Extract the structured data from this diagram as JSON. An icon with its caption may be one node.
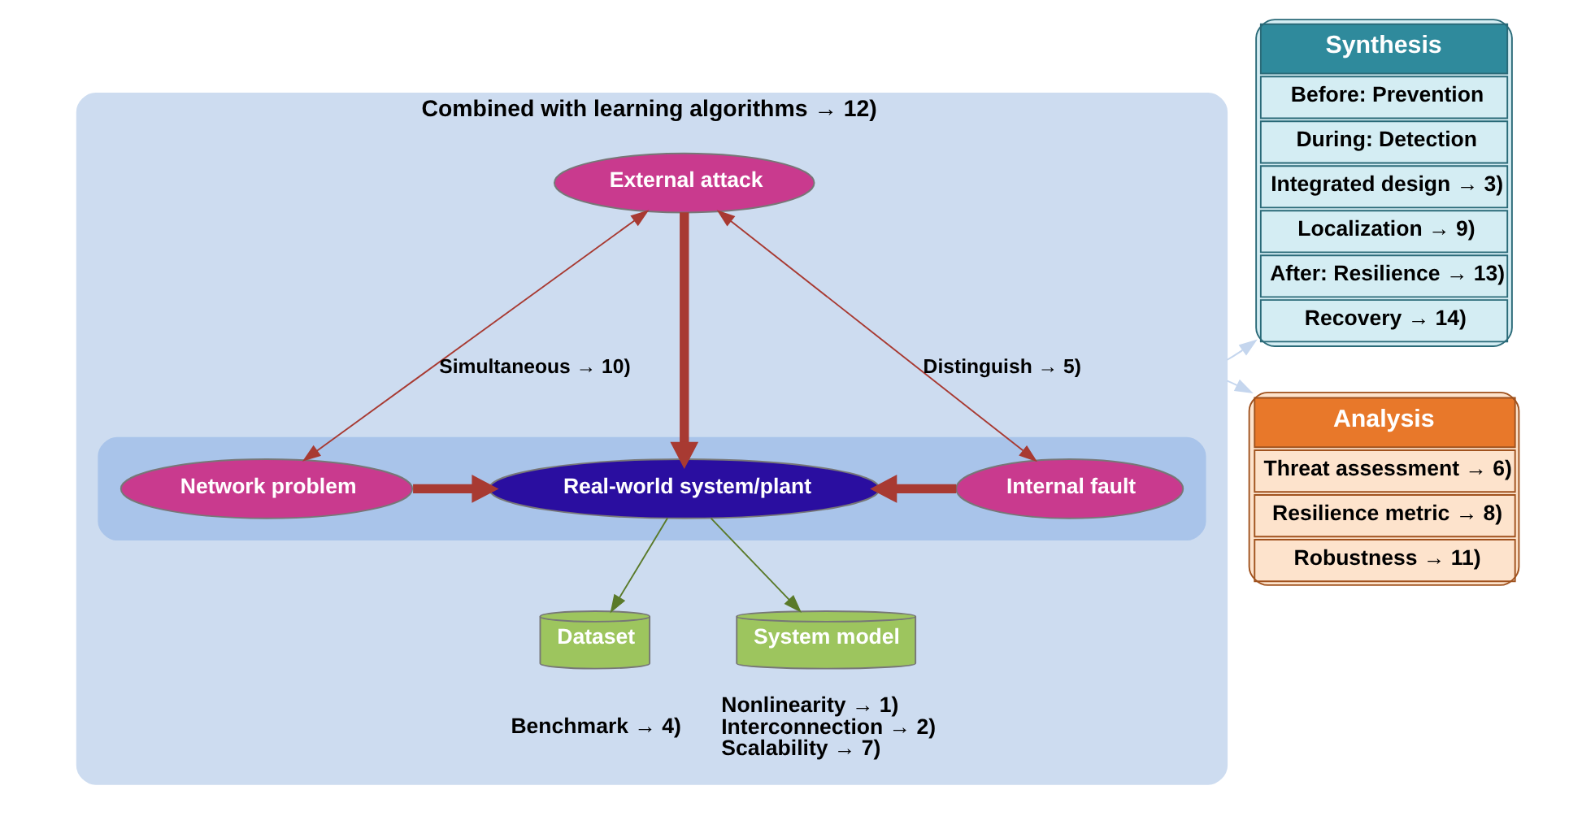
{
  "diagram": {
    "nodes": [
      {
        "text": [
          "Combined with learning algorithms → 12)"
        ]
      },
      {
        "text": [],
        "shape": "box",
        "in": 0
      },
      {
        "text": [
          "External attack"
        ],
        "in": 0
      },
      {
        "text": [
          "Network problem"
        ],
        "in": 1
      },
      {
        "text": [
          "Real-world system/plant"
        ],
        "in": 1
      },
      {
        "text": [
          "Internal fault"
        ],
        "in": 1
      },
      {
        "text": [
          "Dataset"
        ],
        "in": 0,
        "beside": [
          "Benchmark → 4)"
        ]
      },
      {
        "text": [
          "System model"
        ],
        "in": 0,
        "beside": [
          "Nonlinearity → 1)",
          "Interconnection → 2)",
          "Scalability → 7)"
        ]
      },
      {
        "text": [
          "Synthesis",
          "Before: Prevention",
          "During: Detection",
          "Integrated design → 3)",
          "Localization → 9)",
          "After: Resilience → 13)",
          "Recovery → 14)"
        ]
      },
      {
        "text": [
          "Analysis",
          "Threat assessment → 6)",
          "Resilience metric → 8)",
          "Robustness → 11)"
        ]
      }
    ],
    "edges": [
      {
        "from": 3,
        "to": 2,
        "arrow": "both",
        "label": "Simultaneous → 10)"
      },
      {
        "from": 2,
        "to": 5,
        "arrow": "both",
        "label": "Distinguish → 5)"
      },
      {
        "from": 2,
        "to": 4,
        "arrow": "to",
        "style": "thick"
      },
      {
        "from": 3,
        "to": 4,
        "arrow": "to",
        "style": "thick"
      },
      {
        "from": 5,
        "to": 4,
        "arrow": "to",
        "style": "thick"
      },
      {
        "from": 4,
        "to": 6,
        "arrow": "to",
        "color": "#5a7a2a"
      },
      {
        "from": 4,
        "to": 7,
        "arrow": "to",
        "color": "#5a7a2a"
      },
      {
        "from": 0,
        "to": 8,
        "arrow": "to",
        "color": "#c5d6ee"
      },
      {
        "from": 0,
        "to": 9,
        "arrow": "to",
        "color": "#c5d6ee"
      }
    ]
  }
}
